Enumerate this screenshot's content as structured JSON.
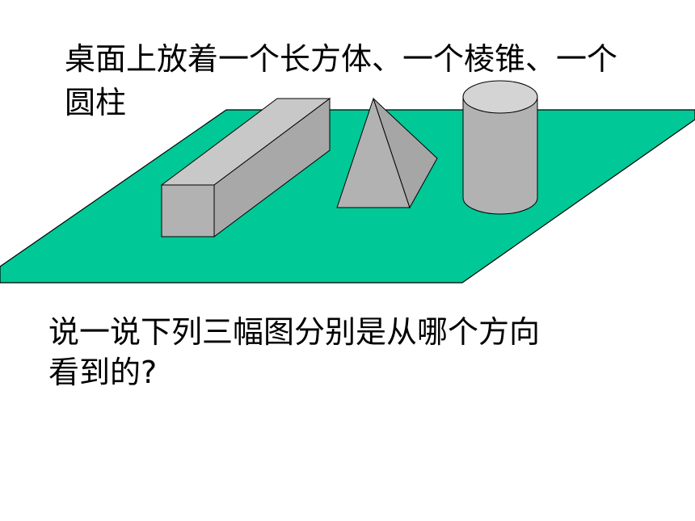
{
  "slide": {
    "intro_lines": [
      "桌面上放着一个长方体、一个棱锥、一个",
      "圆柱"
    ],
    "question_lines": [
      "说一说下列三幅图分别是从哪个方向",
      "看到的?"
    ]
  },
  "colors": {
    "table": "#00c896",
    "solid_fill": "#b2b2b2",
    "solid_top": "#d4d4d4",
    "outline": "#000000"
  },
  "objects": [
    "cuboid",
    "pyramid",
    "cylinder"
  ]
}
